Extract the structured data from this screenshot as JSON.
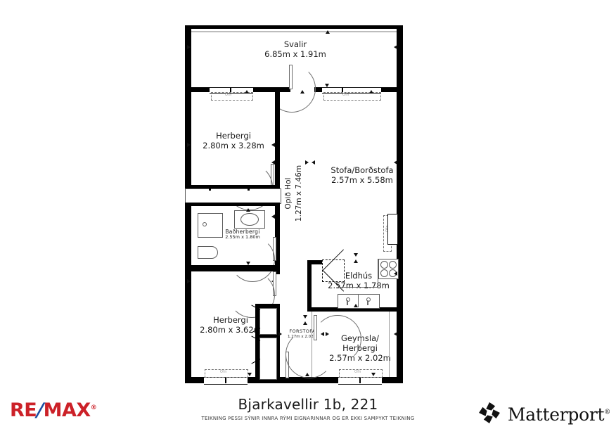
{
  "document": {
    "type": "floor-plan",
    "title": "Bjarkavellir 1b, 221",
    "disclaimer": "TEIKNING ÞESSI SÝNIR INNRA RÝMI EIGNARINNAR OG ER EKKI SAMÞYKT TEIKNING"
  },
  "brand": {
    "remax": {
      "re": "RE",
      "slash": "/",
      "max": "MAX",
      "registered": "®",
      "red": "#cc2128",
      "blue": "#1b4da2"
    },
    "matterport": {
      "word": "Matterport",
      "registered": "®",
      "icon": "matterport-pinwheel-icon",
      "color": "#111111"
    }
  },
  "rooms": [
    {
      "id": "svalir",
      "name": "Svalir",
      "dimensions": "6.85m x 1.91m"
    },
    {
      "id": "herbergi1",
      "name": "Herbergi",
      "dimensions": "2.80m x 3.28m"
    },
    {
      "id": "stofa",
      "name": "Stofa/Borðstofa",
      "dimensions": "2.57m x 5.58m"
    },
    {
      "id": "hol",
      "name": "Opið Hol",
      "dimensions": "1.27m x 7.46m"
    },
    {
      "id": "bad",
      "name": "Baðherbergi",
      "dimensions": "2.55m x 1.80m"
    },
    {
      "id": "eldhus",
      "name": "Eldhús",
      "dimensions": "2.57m x 1.78m"
    },
    {
      "id": "herbergi2",
      "name": "Herbergi",
      "dimensions": "2.80m x 3.62m"
    },
    {
      "id": "forstofa",
      "name": "FORSTOFA",
      "dimensions": "1.27m x 2.02m"
    },
    {
      "id": "geymsla",
      "name": "Geymsla/\nHerbergi",
      "name_line1": "Geymsla/",
      "name_line2": "Herbergi",
      "dimensions": "2.57m x 2.02m"
    }
  ],
  "annotations": {
    "radiator_label": "Ofn"
  },
  "colors": {
    "wall": "#000000",
    "background": "#ffffff",
    "fixture_stroke": "#5a5a5a",
    "text": "#1a1a1a"
  }
}
